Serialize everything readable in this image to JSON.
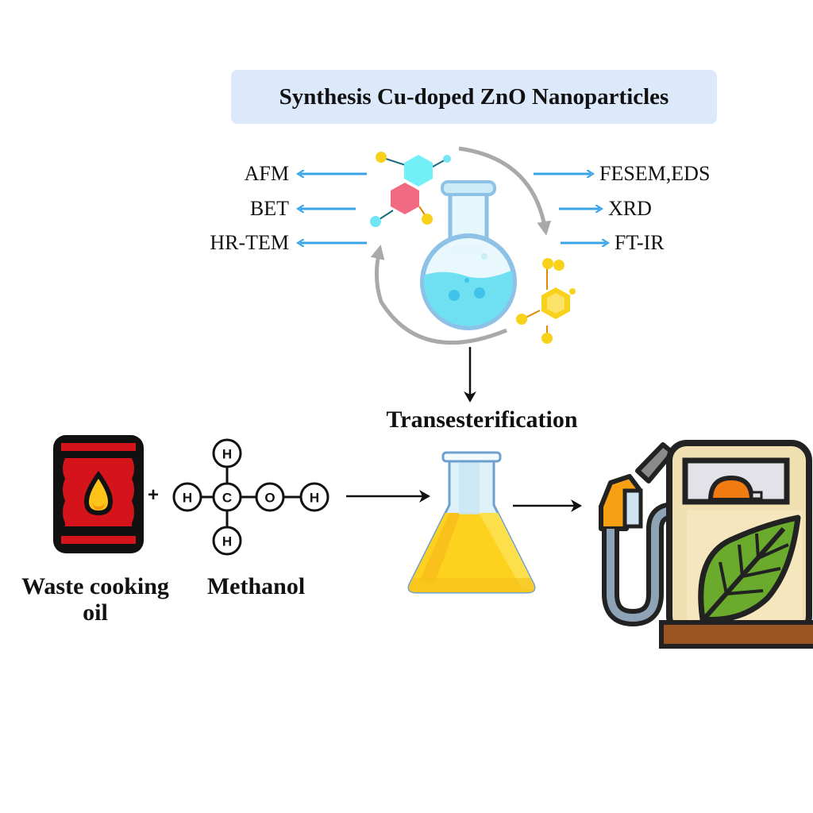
{
  "title": "Synthesis Cu-doped ZnO Nanoparticles",
  "characterization": {
    "left": [
      "AFM",
      "BET",
      "HR-TEM"
    ],
    "right": [
      "FESEM,EDS",
      "XRD",
      "FT-IR"
    ]
  },
  "process_step": "Transesterification",
  "reactants": {
    "oil_label_line1": "Waste cooking",
    "oil_label_line2": "oil",
    "plus": "+",
    "methanol_label": "Methanol",
    "methanol_atoms": {
      "top": "H",
      "left": "H",
      "center": "C",
      "oxygen": "O",
      "right": "H",
      "bottom": "H"
    }
  },
  "icons": {
    "oil_barrel": "oil-barrel-icon",
    "round_flask": "round-bottom-flask-icon",
    "erlenmeyer_flask": "erlenmeyer-flask-icon",
    "fuel_pump": "biofuel-pump-icon"
  },
  "colors": {
    "title_bg": "#dbe9fb",
    "arrow_blue": "#3aa6e8",
    "cycle_gray": "#a9a9a9",
    "barrel_red": "#d5131b",
    "biodiesel_yellow": "#fcd21e",
    "leaf_green": "#6aab2e"
  }
}
